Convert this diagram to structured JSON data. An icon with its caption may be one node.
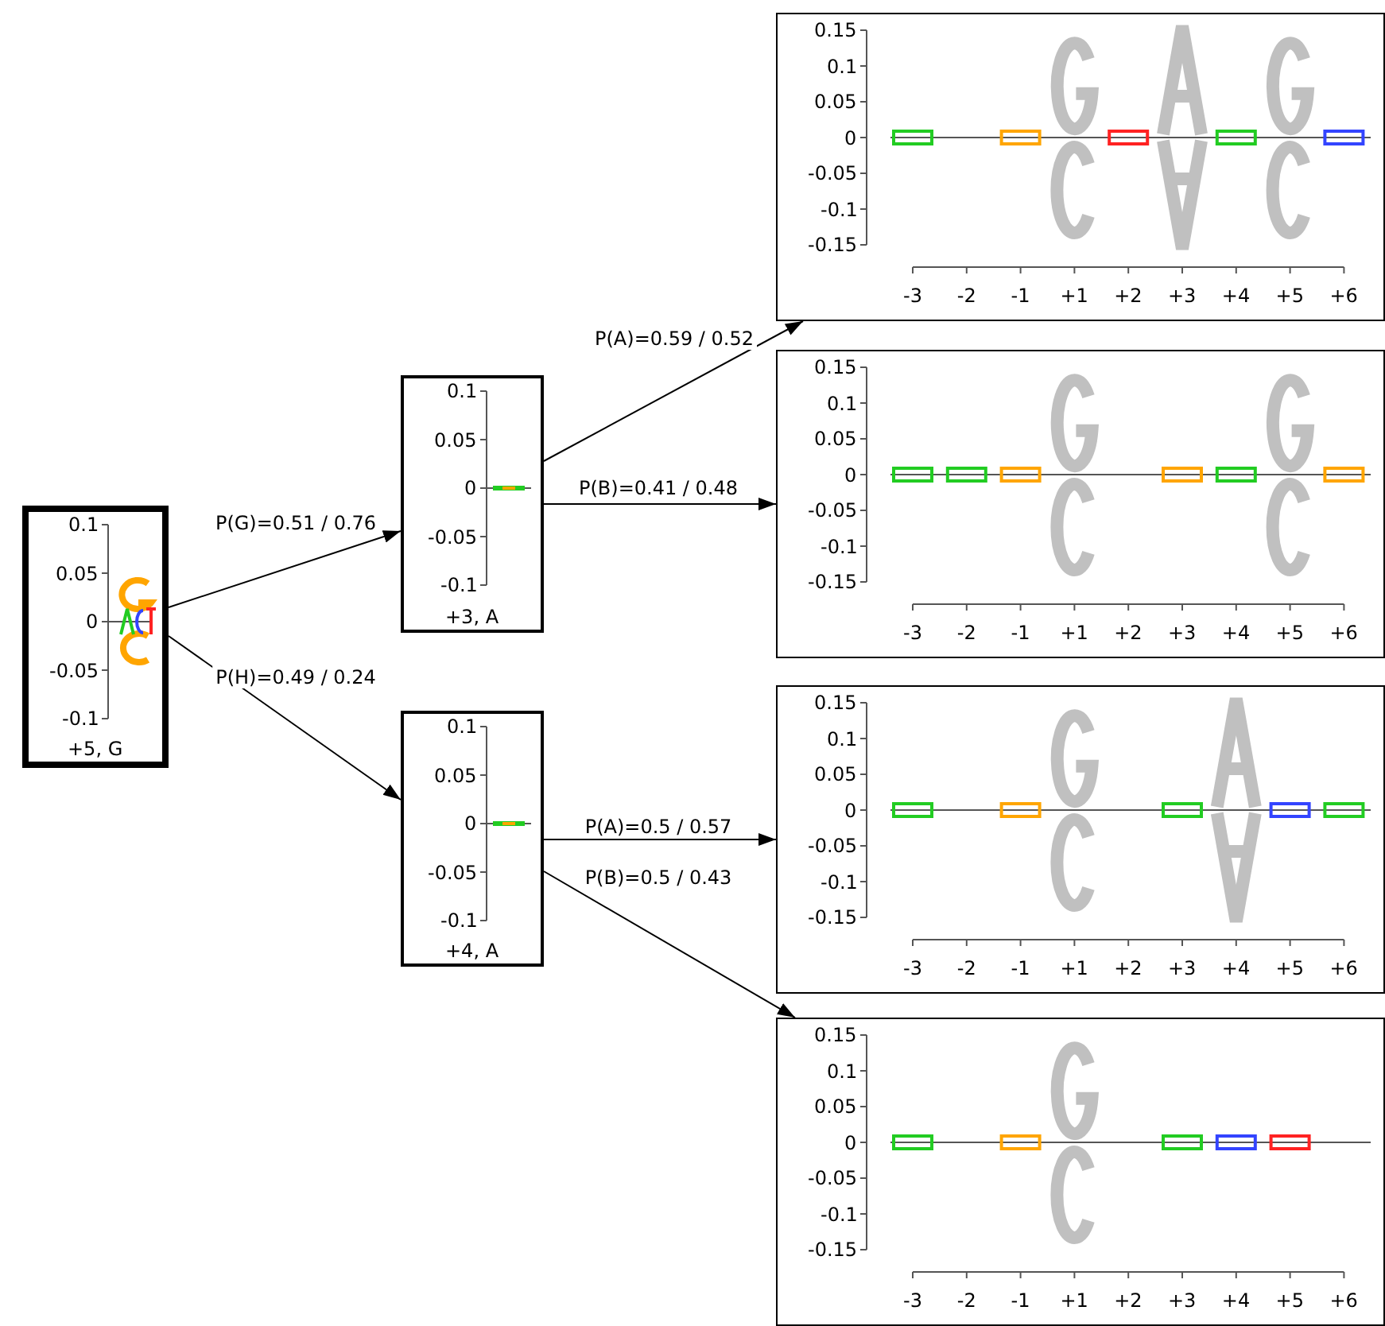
{
  "diagram": {
    "nodes": [
      {
        "text": [
          "0.1",
          "0.05",
          "0",
          "-0.05",
          "-0.1",
          "+5, G"
        ]
      },
      {
        "text": [
          "0.1",
          "0.05",
          "0",
          "-0.05",
          "-0.1",
          "+3, A"
        ]
      },
      {
        "text": [
          "0.1",
          "0.05",
          "0",
          "-0.05",
          "-0.1",
          "+4, A"
        ]
      },
      {
        "text": [
          "0.15",
          "0.1",
          "0.05",
          "0",
          "-0.05",
          "-0.1",
          "-0.15",
          "-3",
          "-2",
          "-1",
          "+1",
          "+2",
          "+3",
          "+4",
          "+5",
          "+6"
        ]
      },
      {
        "text": [
          "0.15",
          "0.1",
          "0.05",
          "0",
          "-0.05",
          "-0.1",
          "-0.15",
          "-3",
          "-2",
          "-1",
          "+1",
          "+2",
          "+3",
          "+4",
          "+5",
          "+6"
        ]
      },
      {
        "text": [
          "0.15",
          "0.1",
          "0.05",
          "0",
          "-0.05",
          "-0.1",
          "-0.15",
          "-3",
          "-2",
          "-1",
          "+1",
          "+2",
          "+3",
          "+4",
          "+5",
          "+6"
        ]
      },
      {
        "text": [
          "0.15",
          "0.1",
          "0.05",
          "0",
          "-0.05",
          "-0.1",
          "-0.15",
          "-3",
          "-2",
          "-1",
          "+1",
          "+2",
          "+3",
          "+4",
          "+5",
          "+6"
        ]
      }
    ],
    "edges": [
      {
        "from": 0,
        "to": 1,
        "arrow": "to",
        "label": "P(G)=0.51 / 0.76"
      },
      {
        "from": 0,
        "to": 2,
        "arrow": "to",
        "label": "P(H)=0.49 / 0.24"
      },
      {
        "from": 1,
        "to": 3,
        "arrow": "to",
        "label": "P(A)=0.59 / 0.52"
      },
      {
        "from": 1,
        "to": 4,
        "arrow": "to",
        "label": "P(B)=0.41 / 0.48"
      },
      {
        "from": 2,
        "to": 5,
        "arrow": "to",
        "label": "P(A)=0.5 / 0.57"
      },
      {
        "from": 2,
        "to": 6,
        "arrow": "to",
        "label": "P(B)=0.5 / 0.43"
      }
    ]
  }
}
